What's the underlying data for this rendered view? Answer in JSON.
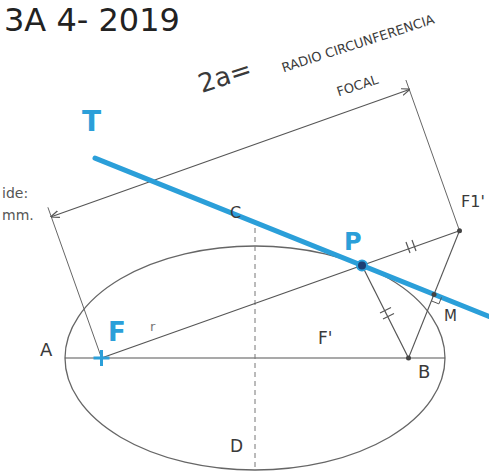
{
  "diagram": {
    "labels": [
      "3A 4- 2019",
      "2a=",
      "RADIO CIRCUNFERENCIA",
      "FOCAL",
      "ide:",
      "mm.",
      "T",
      "C",
      "F1'",
      "P",
      "M",
      "F",
      "r",
      "F'",
      "A",
      "B",
      "D"
    ]
  }
}
